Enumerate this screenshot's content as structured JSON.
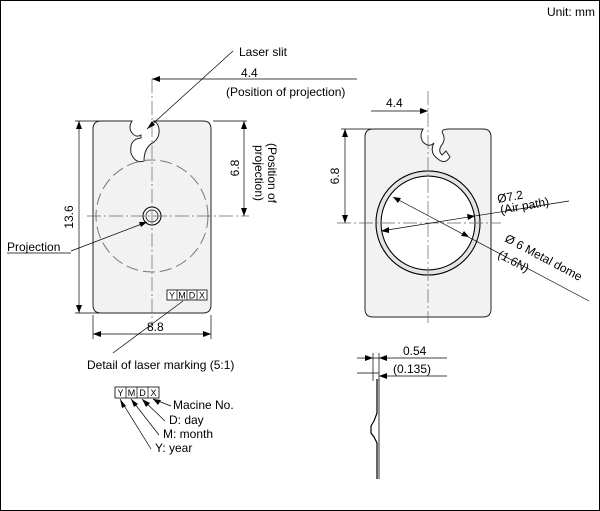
{
  "header": {
    "unit_label": "Unit: mm"
  },
  "front_view": {
    "laser_slit_label": "Laser slit",
    "dim_width_top": "4.4",
    "position_of_projection_horizontal": "(Position of projection)",
    "dim_vertical_offset": "6.8",
    "position_of_projection_vertical_line1": "(Position of",
    "position_of_projection_vertical_line2": "projection)",
    "dim_height": "13.6",
    "projection_label": "Projection",
    "dim_width_bottom": "8.8",
    "marking_chars": [
      "Y",
      "M",
      "D",
      "X"
    ]
  },
  "rear_view": {
    "dim_width_top": "4.4",
    "dim_vertical_offset": "6.8",
    "air_path_dim": "Ø7.2",
    "air_path_label": "(Air path)",
    "metal_dome_dim": "Ø 6 Metal dome",
    "metal_dome_force": "(1.6N)"
  },
  "side_view": {
    "thickness": "0.54",
    "thickness_sub": "(0.135)"
  },
  "marking_detail": {
    "title": "Detail of laser marking (5:1)",
    "chars": [
      "Y",
      "M",
      "D",
      "X"
    ],
    "legend": [
      "Macine No.",
      "D: day",
      "M: month",
      "Y: year"
    ]
  }
}
